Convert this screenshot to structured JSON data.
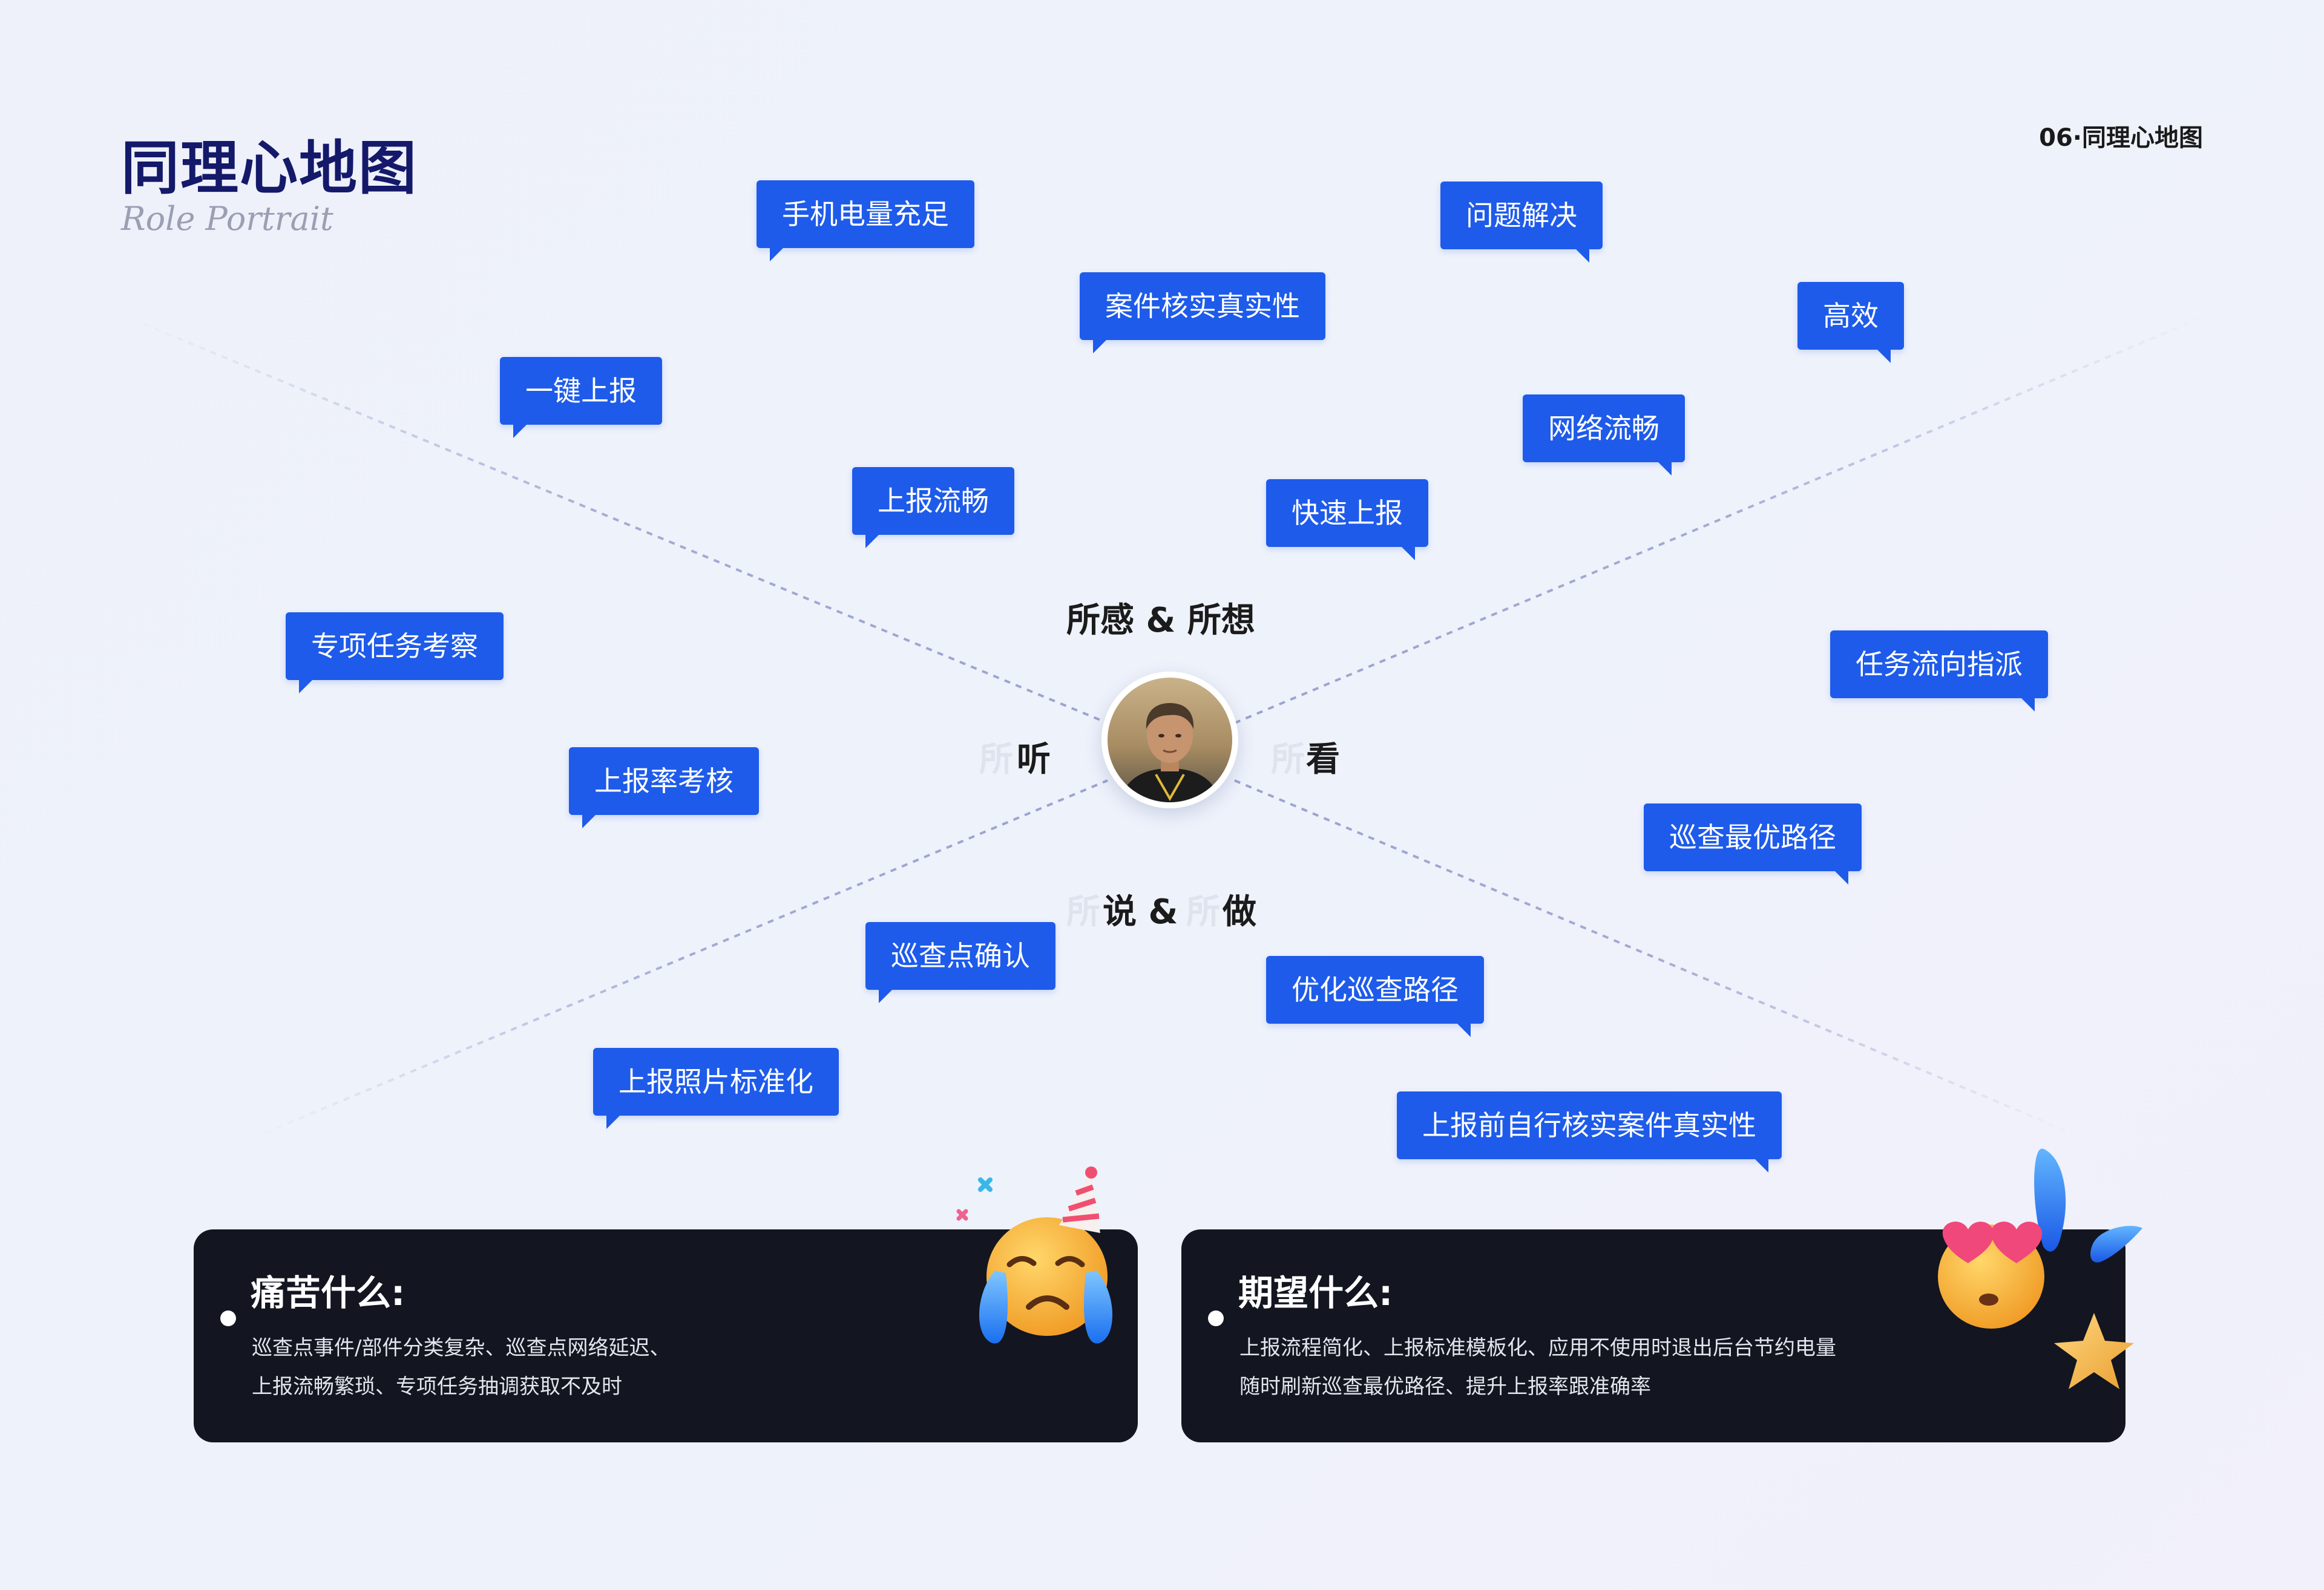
{
  "header": {
    "title": "同理心地图",
    "subtitle": "Role Portrait",
    "page_number": "06·同理心地图"
  },
  "center": {
    "top_label": "所感 & 所想",
    "left_ghost": "所",
    "left_label": "听",
    "right_ghost": "所",
    "right_label": "看",
    "bottom_ghost_a": "所",
    "bottom_label_a": "说 &",
    "bottom_ghost_b": "所",
    "bottom_label_b": "做"
  },
  "tags": {
    "t01": "手机电量充足",
    "t02": "问题解决",
    "t03": "案件核实真实性",
    "t04": "高效",
    "t05": "一键上报",
    "t06": "网络流畅",
    "t07": "上报流畅",
    "t08": "快速上报",
    "t09": "专项任务考察",
    "t10": "任务流向指派",
    "t11": "上报率考核",
    "t12": "巡查最优路径",
    "t13": "巡查点确认",
    "t14": "优化巡查路径",
    "t15": "上报照片标准化",
    "t16": "上报前自行核实案件真实性"
  },
  "pain": {
    "title": "痛苦什么:",
    "line1": "巡查点事件/部件分类复杂、巡查点网络延迟、",
    "line2": "上报流畅繁琐、专项任务抽调获取不及时"
  },
  "hope": {
    "title": "期望什么:",
    "line1": "上报流程简化、上报标准模板化、应用不使用时退出后台节约电量",
    "line2": "随时刷新巡查最优路径、提升上报率跟准确率"
  },
  "colors": {
    "tag_blue": "#1e5bea",
    "title_navy": "#14196a",
    "card_dark": "#131520"
  },
  "icons": {
    "avatar": "user-avatar",
    "pain_emoji": "crying-party-emoji-icon",
    "hope_emoji": "heart-eyes-emoji-icon"
  }
}
